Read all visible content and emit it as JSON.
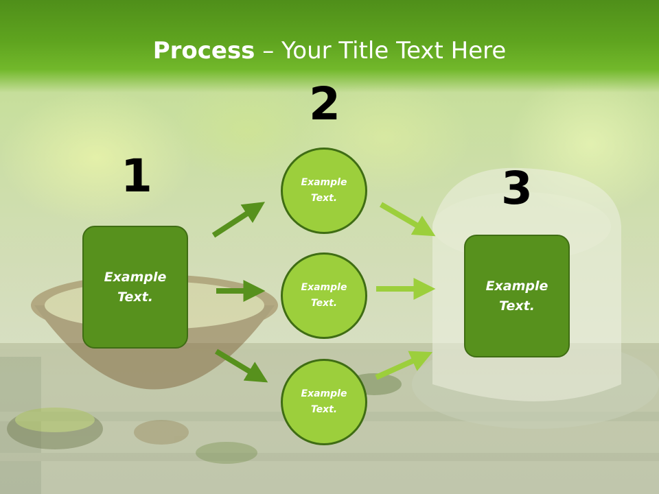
{
  "slide": {
    "title_bold": "Process",
    "title_rest": " – Your Title Text Here",
    "numbers": [
      "1",
      "2",
      "3"
    ],
    "box_left_text": "Example\nText.",
    "box_right_text": "Example\nText.",
    "circles": [
      "Example\nText.",
      "Example\nText.",
      "Example\nText."
    ]
  },
  "colors": {
    "header_green": "#5fa41f",
    "box_green": "#57911d",
    "circle_green": "#9ccf3c",
    "dark_arrow": "#57911d",
    "light_arrow": "#9ccf3c"
  }
}
